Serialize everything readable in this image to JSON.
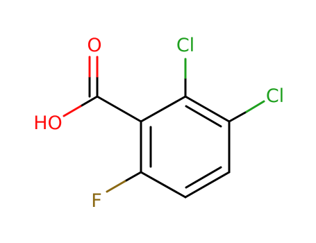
{
  "molecule": {
    "atoms": {
      "o_carbonyl": {
        "symbol": "O",
        "color": "#ff0d0d"
      },
      "o_hydroxyl": {
        "symbol": "HO",
        "color": "#ff0d0d"
      },
      "cl_2": {
        "symbol": "Cl",
        "color": "#1fa01f"
      },
      "cl_3": {
        "symbol": "Cl",
        "color": "#1fa01f"
      },
      "f_6": {
        "symbol": "F",
        "color": "#8b6914"
      }
    },
    "bond_color": "#000000"
  }
}
